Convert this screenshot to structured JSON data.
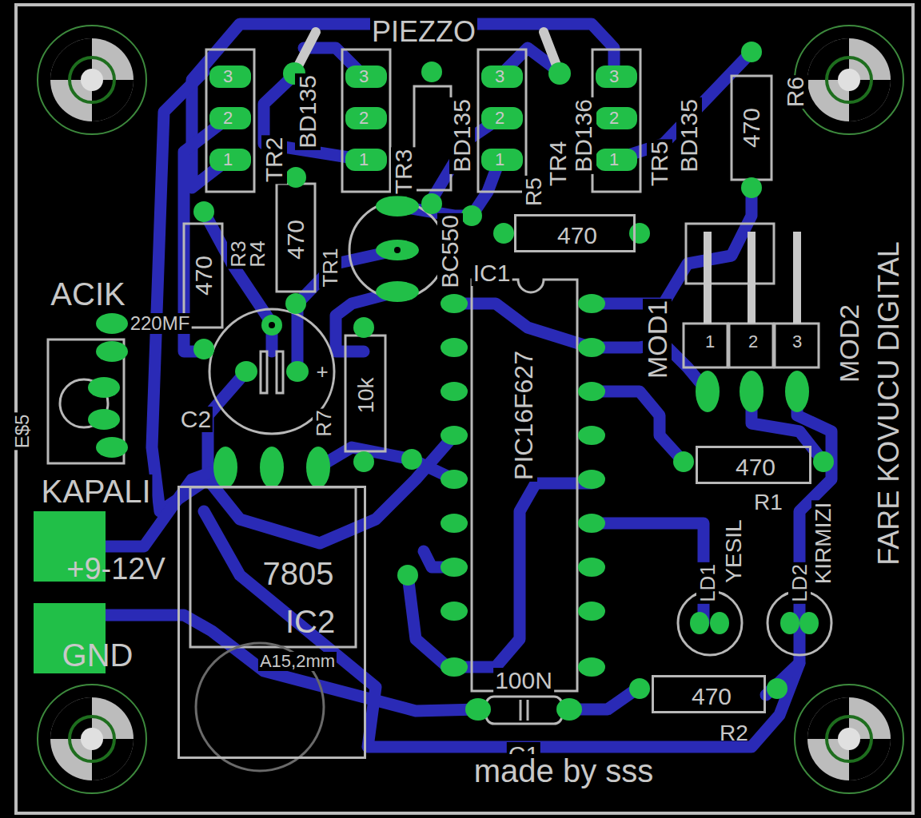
{
  "diagram": {
    "nodes": [
      {
        "text": [
          "470"
        ]
      },
      {
        "text": [
          "470",
          "R1"
        ]
      },
      {
        "text": [
          "470",
          "R2"
        ]
      },
      {
        "text": [
          "7805",
          "IC2"
        ]
      }
    ],
    "labels": [
      "PIEZZO",
      "3",
      "2",
      "1",
      "3",
      "2",
      "1",
      "3",
      "2",
      "1",
      "3",
      "2",
      "1",
      "TR2",
      "BD135",
      "TR3",
      "BD135",
      "R5",
      "TR4",
      "BD136",
      "TR5",
      "BD135",
      "470",
      "R6",
      "R3",
      "470",
      "R4",
      "470",
      "TR1",
      "BC550",
      "IC1",
      "PIC16F627",
      "MOD1",
      "MOD2",
      "FARE KOVUCU DIGITAL",
      "1",
      "2",
      "3",
      "ACIK",
      "220MF",
      "E$5",
      "KAPALI",
      "C2",
      "+",
      "R7",
      "10k",
      "+9-12V",
      "GND",
      "A15,2mm",
      "LD1",
      "YESIL",
      "LD2",
      "KIRMIZI",
      "100N",
      "C1",
      "made by sss"
    ]
  }
}
